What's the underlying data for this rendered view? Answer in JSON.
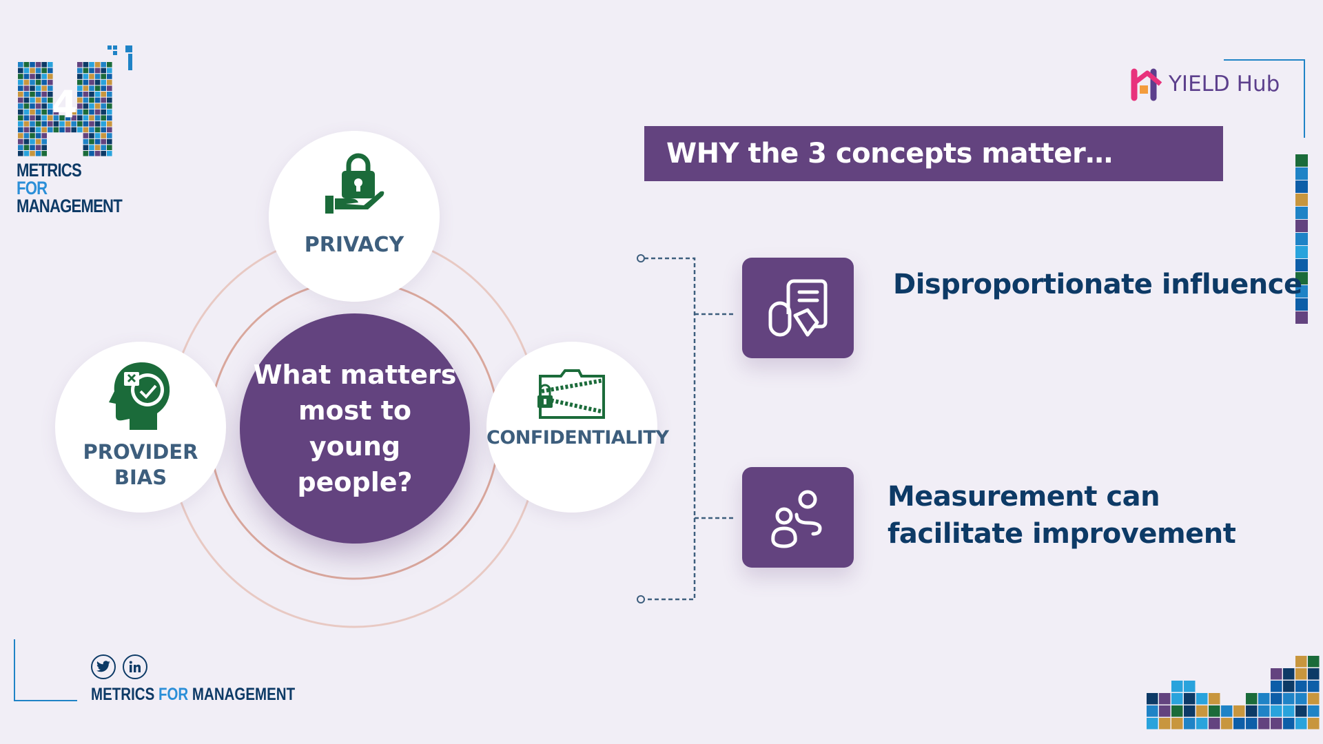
{
  "brand": {
    "logo_digit": "4",
    "logo_line1": "METRICS",
    "logo_for": "FOR",
    "logo_line2": "MANAGEMENT",
    "footer_left": "METRICS",
    "footer_for": "FOR",
    "footer_right": "MANAGEMENT",
    "partner": "YIELD Hub"
  },
  "title": "WHY the 3 concepts  matter…",
  "diagram": {
    "center": "What matters most to young people?",
    "nodes": [
      {
        "label": "PRIVACY",
        "icon": "lock-hand-icon"
      },
      {
        "label": "PROVIDER BIAS",
        "icon": "head-check-icon"
      },
      {
        "label": "CONFIDENTIALITY",
        "icon": "locked-folder-icon"
      }
    ]
  },
  "points": [
    {
      "label": "Disproportionate influence",
      "icon": "document-tag-icon"
    },
    {
      "label": "Measurement can facilitate improvement",
      "icon": "people-icon"
    }
  ],
  "social": [
    {
      "icon": "twitter-icon"
    },
    {
      "icon": "linkedin-icon"
    }
  ],
  "colors": {
    "background": "#f1eef6",
    "purple": "#63437f",
    "navy": "#0d3a66",
    "green": "#1b6b3a",
    "ring": "#d9a79c"
  }
}
